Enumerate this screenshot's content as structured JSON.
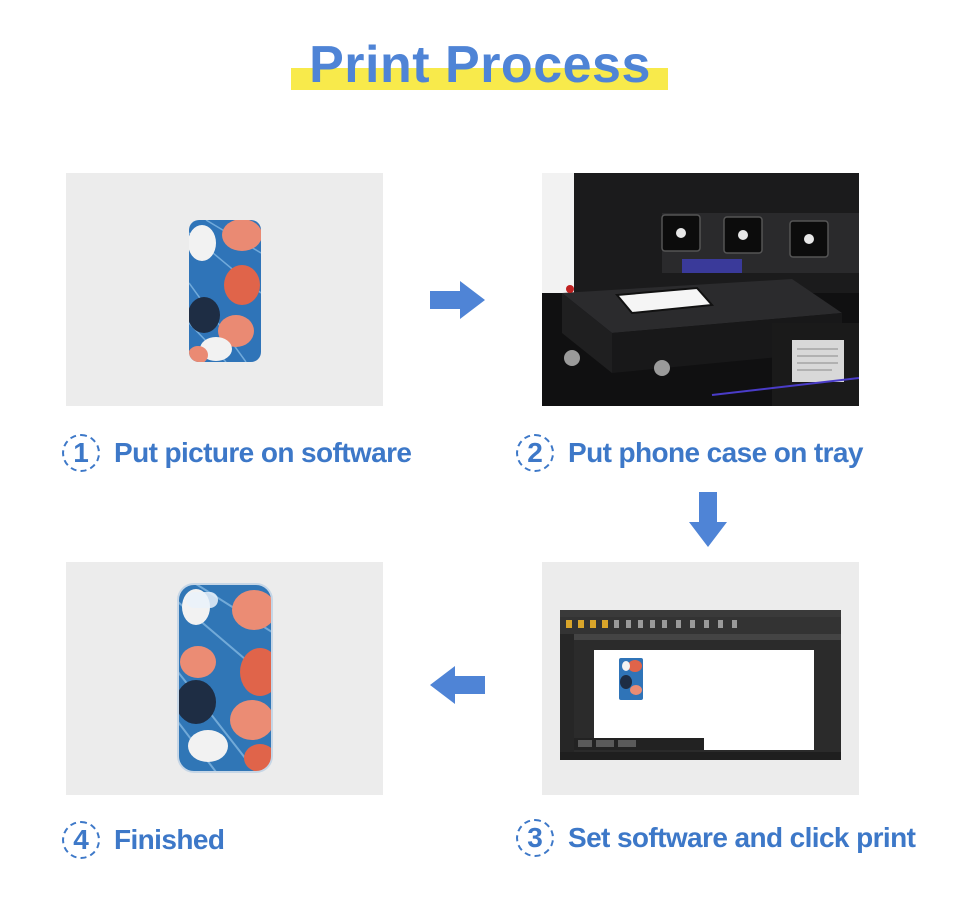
{
  "title": "Print Process",
  "steps": [
    {
      "num": "1",
      "label": "Put picture on software"
    },
    {
      "num": "2",
      "label": "Put phone case on tray"
    },
    {
      "num": "3",
      "label": "Set software and click print"
    },
    {
      "num": "4",
      "label": "Finished"
    }
  ],
  "colors": {
    "accent_blue": "#4f84d6",
    "step_text": "#3d78c8",
    "highlight_yellow": "#f8ea4b",
    "panel_bg": "#ececec"
  },
  "icons": [
    "arrow-right-icon",
    "arrow-down-icon",
    "arrow-left-icon"
  ]
}
